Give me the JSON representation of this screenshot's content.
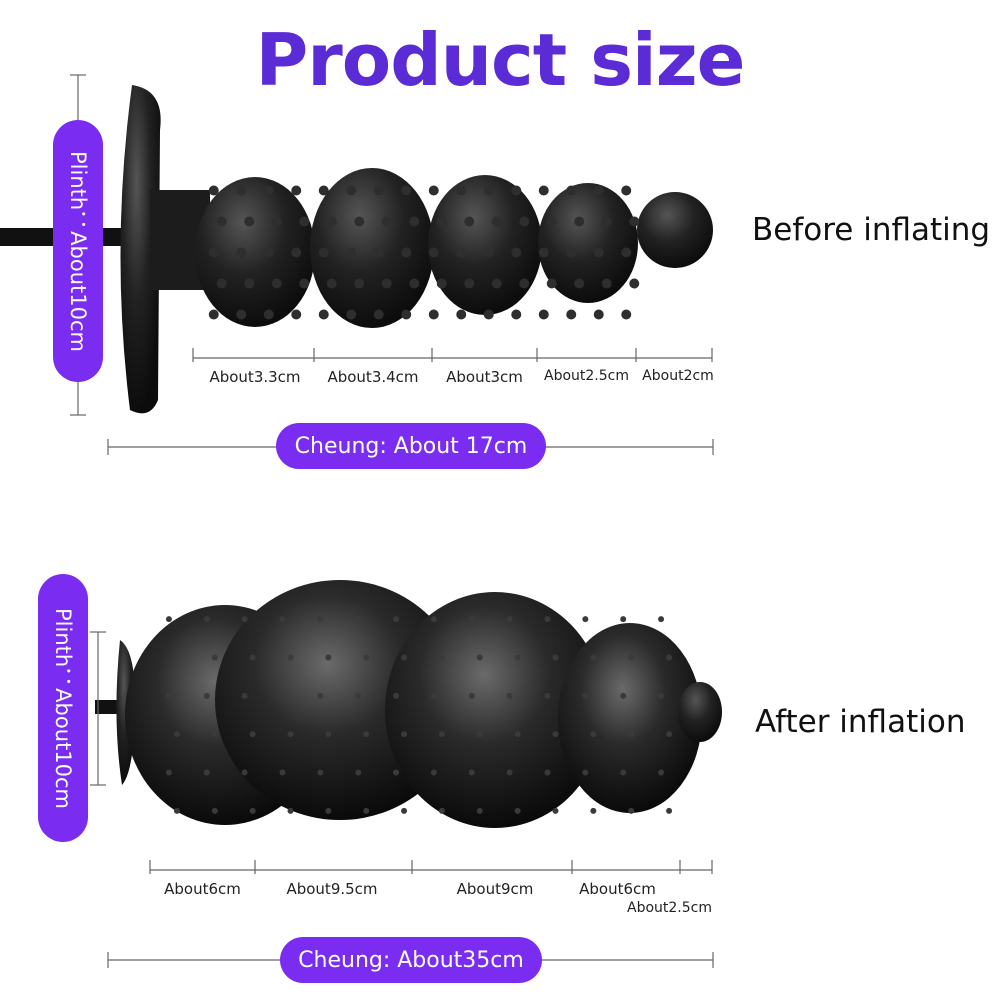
{
  "title": "Product size",
  "colors": {
    "accent": "#7a2cf0",
    "title": "#5b2bd6",
    "product": "#1a1a1a",
    "line": "#555555"
  },
  "before": {
    "state": "Before inflating",
    "height_label": "Plinth：About10cm",
    "length_label": "Cheung: About 17cm",
    "segments": [
      "About3.3cm",
      "About3.4cm",
      "About3cm",
      "About2.5cm",
      "About2cm"
    ]
  },
  "after": {
    "state": "After inflation",
    "height_label": "Plinth：About10cm",
    "length_label": "Cheung: About35cm",
    "segments": [
      "About6cm",
      "About9.5cm",
      "About9cm",
      "About6cm",
      "About2.5cm"
    ]
  }
}
